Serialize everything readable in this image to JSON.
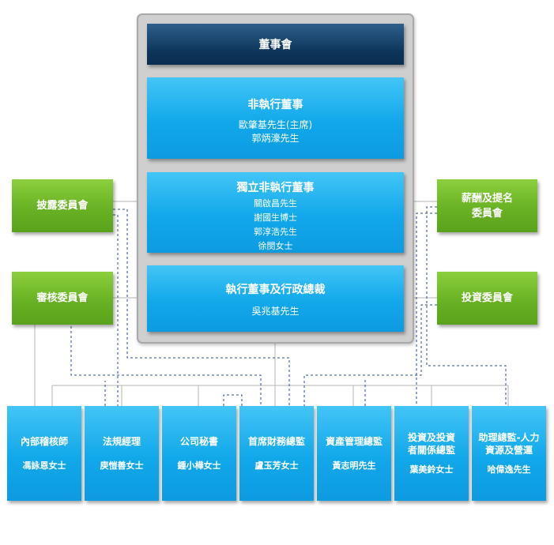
{
  "board": {
    "title": "董事會",
    "non_executive": {
      "title": "非執行董事",
      "members": [
        "歐肇基先生(主席)",
        "郭炳濠先生"
      ]
    },
    "independent": {
      "title": "獨立非執行董事",
      "members": [
        "關啟昌先生",
        "謝國生博士",
        "郭淳浩先生",
        "徐閔女士"
      ]
    },
    "executive": {
      "title": "執行董事及行政總裁",
      "members": [
        "吳兆基先生"
      ]
    }
  },
  "committees": {
    "disclosure": "披露委員會",
    "audit": "審核委員會",
    "remuneration": [
      "薪酬及提名",
      "委員會"
    ],
    "investment": "投資委員會"
  },
  "officers": [
    {
      "title": [
        "內部稽核師"
      ],
      "name": "馮詠恩女士"
    },
    {
      "title": [
        "法規經理"
      ],
      "name": "庾愷善女士"
    },
    {
      "title": [
        "公司秘書"
      ],
      "name": "鍾小樺女士"
    },
    {
      "title": [
        "首席財務總監"
      ],
      "name": "盧玉芳女士"
    },
    {
      "title": [
        "資產管理總監"
      ],
      "name": "黃志明先生"
    },
    {
      "title": [
        "投資及投資",
        "者關係總監"
      ],
      "name": "葉美鈴女士"
    },
    {
      "title": [
        "助理總監-人力",
        "資源及營運"
      ],
      "name": "哈偉逸先生"
    }
  ],
  "colors": {
    "navy": "#0c3459",
    "blue": "#11a8ea",
    "green": "#69b224",
    "frame": "#cfcfcf",
    "line": "#b5b5b5",
    "dash": "#2b4f8a"
  }
}
